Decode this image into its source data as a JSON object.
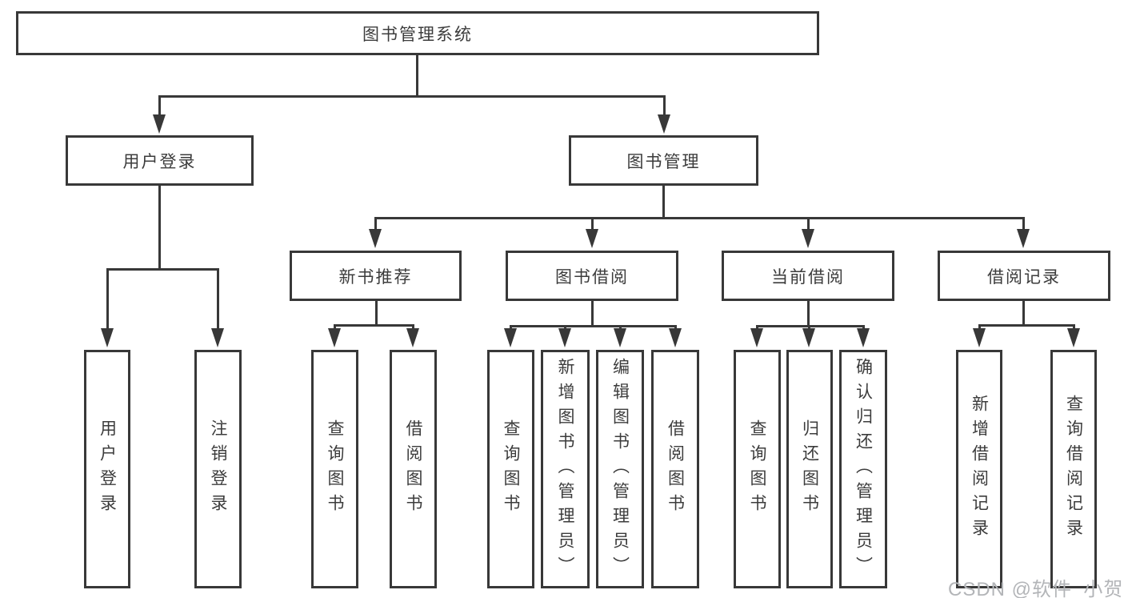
{
  "tree": {
    "label": "图书管理系统",
    "children": [
      {
        "label": "用户登录",
        "children": [
          {
            "label": "用户登录"
          },
          {
            "label": "注销登录"
          }
        ]
      },
      {
        "label": "图书管理",
        "children": [
          {
            "label": "新书推荐",
            "children": [
              {
                "label": "查询图书"
              },
              {
                "label": "借阅图书"
              }
            ]
          },
          {
            "label": "图书借阅",
            "children": [
              {
                "label": "查询图书"
              },
              {
                "label": "新增图书（管理员）"
              },
              {
                "label": "编辑图书（管理员）"
              },
              {
                "label": "借阅图书"
              }
            ]
          },
          {
            "label": "当前借阅",
            "children": [
              {
                "label": "查询图书"
              },
              {
                "label": "归还图书"
              },
              {
                "label": "确认归还（管理员）"
              }
            ]
          },
          {
            "label": "借阅记录",
            "children": [
              {
                "label": "新增借阅记录"
              },
              {
                "label": "查询借阅记录"
              }
            ]
          }
        ]
      }
    ]
  },
  "watermark": {
    "text": "CSDN @软件_小贺同学"
  },
  "colors": {
    "stroke": "#383838",
    "text": "#3c3c3c",
    "background": "#ffffff",
    "watermark": "#b3b5b8"
  }
}
